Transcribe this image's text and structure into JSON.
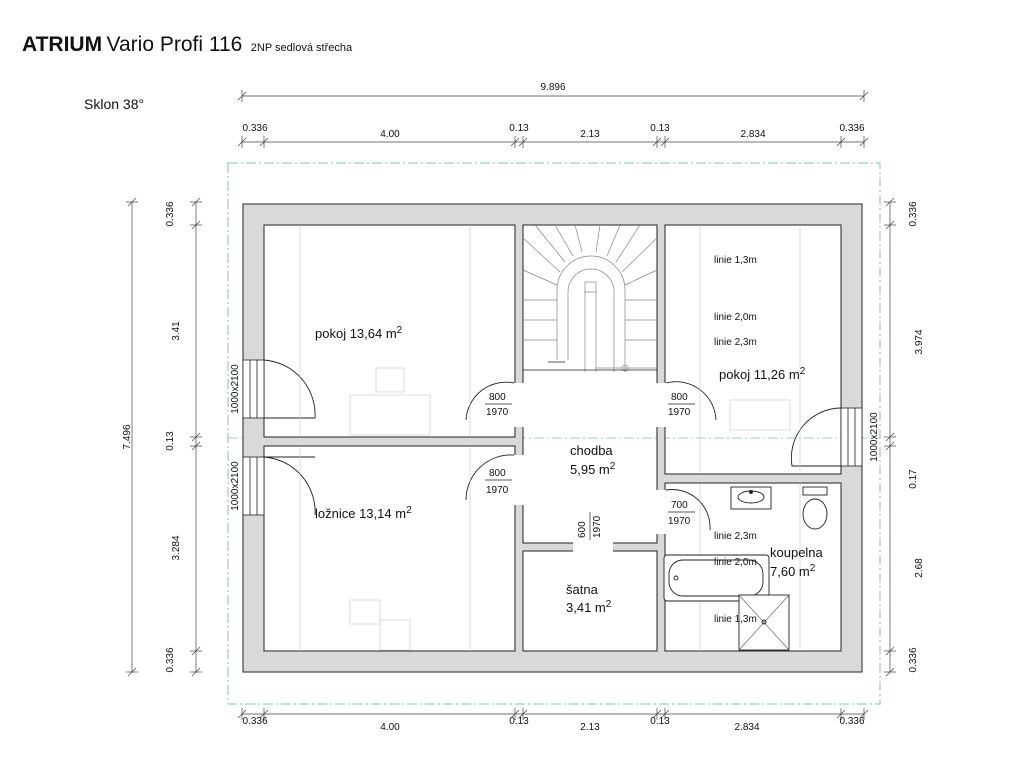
{
  "header": {
    "brand": "ATRIUM",
    "model": "Vario Profi 116",
    "subtitle": "2NP  sedlová střecha"
  },
  "slope_label": "Sklon 38°",
  "dims_top": {
    "overall": "9.896",
    "segments": [
      "0.336",
      "4.00",
      "0.13",
      "2.13",
      "0.13",
      "2.834",
      "0.336"
    ]
  },
  "dims_bottom": {
    "segments": [
      "0.336",
      "4.00",
      "0.13",
      "2.13",
      "0.13",
      "2.834",
      "0.336"
    ]
  },
  "dims_left": {
    "overall": "7.496",
    "segments": [
      "0.336",
      "3.41",
      "0.13",
      "3.284",
      "0.336"
    ]
  },
  "dims_right": {
    "segments": [
      "0.336",
      "3.974",
      "0.17",
      "2.68",
      "0.336"
    ]
  },
  "rooms": {
    "pokoj_left": {
      "name": "pokoj 13,64 m",
      "sup": "2"
    },
    "loznice": {
      "name": "ložnice 13,14 m",
      "sup": "2"
    },
    "chodba_name": "chodba",
    "chodba_area": "5,95 m",
    "chodba_sup": "2",
    "satna_name": "šatna",
    "satna_area": "3,41 m",
    "satna_sup": "2",
    "pokoj_right": {
      "name": "pokoj 11,26 m",
      "sup": "2"
    },
    "koupelna_name": "koupelna",
    "koupelna_area": "7,60 m",
    "koupelna_sup": "2"
  },
  "doors": {
    "d1_w": "800",
    "d1_h": "1970",
    "d2_w": "800",
    "d2_h": "1970",
    "d3_w": "800",
    "d3_h": "1970",
    "d4_w": "700",
    "d4_h": "1970",
    "d5_w": "600",
    "d5_h": "1970"
  },
  "windows": {
    "w_left_top": "1000x2100",
    "w_left_bottom": "1000x2100",
    "w_right": "1000x2100"
  },
  "roof_lines": {
    "r1": "linie 1,3m",
    "r2": "linie 2,0m",
    "r3": "linie 2,3m",
    "b1": "linie 2,3m",
    "b2": "linie 2,0m",
    "b3": "linie 1,3m"
  },
  "colors": {
    "wall": "#d9d9d9",
    "line": "#222222",
    "faint": "#bbbbbb",
    "axis": "#7fc7a8"
  }
}
